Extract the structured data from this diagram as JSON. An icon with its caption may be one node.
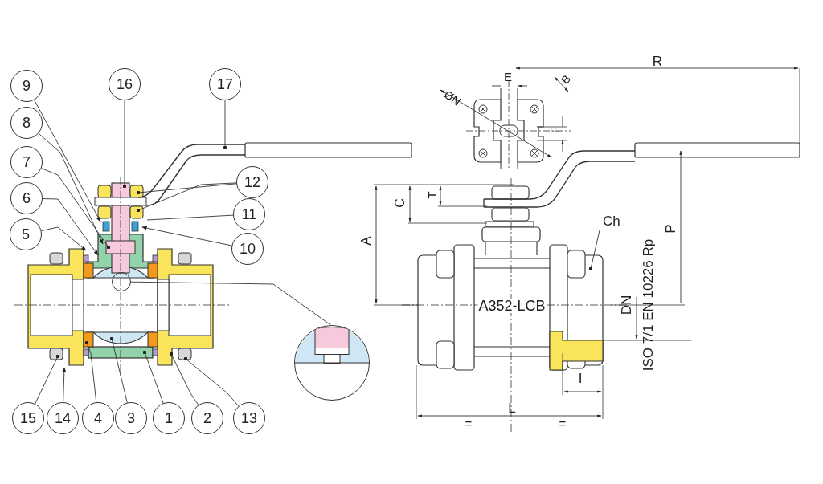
{
  "diagram": {
    "nodes": [
      {
        "text": [
          "9"
        ]
      },
      {
        "text": [
          "16"
        ]
      },
      {
        "text": [
          "17"
        ]
      },
      {
        "text": [
          "8"
        ]
      },
      {
        "text": [
          "7"
        ]
      },
      {
        "text": [
          "12"
        ]
      },
      {
        "text": [
          "6"
        ]
      },
      {
        "text": [
          "11"
        ]
      },
      {
        "text": [
          "5"
        ]
      },
      {
        "text": [
          "10"
        ]
      },
      {
        "text": [
          "Ch"
        ]
      },
      {
        "text": [],
        "shape": "circle"
      },
      {
        "text": [],
        "shape": "circle"
      },
      {
        "text": [
          "15"
        ]
      },
      {
        "text": [
          "14"
        ]
      },
      {
        "text": [
          "4"
        ]
      },
      {
        "text": [
          "3"
        ]
      },
      {
        "text": [
          "1"
        ]
      },
      {
        "text": [
          "2"
        ]
      },
      {
        "text": [
          "13"
        ]
      }
    ],
    "edges": [
      {
        "from": 0,
        "to": null,
        "arrow": "to"
      },
      {
        "from": 1,
        "to": null,
        "arrow": "other"
      },
      {
        "from": 2,
        "to": null,
        "arrow": "other"
      },
      {
        "from": 3,
        "to": null,
        "arrow": "to"
      },
      {
        "from": 4,
        "to": null,
        "arrow": "other"
      },
      {
        "from": 5,
        "to": null,
        "arrow": "other"
      },
      {
        "from": 5,
        "to": null,
        "arrow": "other"
      },
      {
        "from": 6,
        "to": null,
        "arrow": "to"
      },
      {
        "from": 7,
        "to": null,
        "arrow": "none"
      },
      {
        "from": 8,
        "to": null,
        "arrow": "to"
      },
      {
        "from": 9,
        "to": null,
        "arrow": "to"
      },
      {
        "from": 10,
        "to": null,
        "arrow": "other"
      },
      {
        "from": 11,
        "to": 12,
        "arrow": "none"
      },
      {
        "from": 13,
        "to": null,
        "arrow": "other"
      },
      {
        "from": 14,
        "to": null,
        "arrow": "to"
      },
      {
        "from": 15,
        "to": null,
        "arrow": "other"
      },
      {
        "from": 16,
        "to": null,
        "arrow": "other"
      },
      {
        "from": 17,
        "to": null,
        "arrow": "other"
      },
      {
        "from": 18,
        "to": null,
        "arrow": "other"
      },
      {
        "from": 19,
        "to": null,
        "arrow": "other"
      }
    ],
    "labels": [
      "R",
      "E",
      "B",
      "ØN",
      "F",
      "T",
      "C",
      "A",
      "P",
      "A352-LCB",
      "DN",
      "ISO 7/1 EN 10226 Rp",
      "I",
      "L",
      "=",
      "="
    ]
  }
}
